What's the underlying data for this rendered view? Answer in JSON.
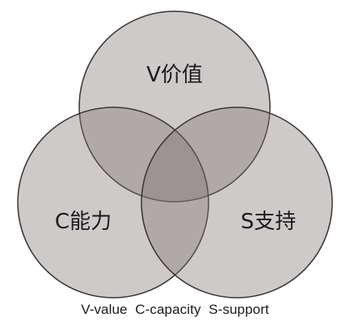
{
  "diagram": {
    "circles": [
      {
        "id": "v",
        "label": "V价值"
      },
      {
        "id": "c",
        "label": "C能力"
      },
      {
        "id": "s",
        "label": "S支持"
      }
    ],
    "legend": "V-value  C-capacity  S-support",
    "colors": {
      "fill": "#7d7370",
      "stroke": "#3a3432",
      "text": "#1a1a1a",
      "background": "#ffffff"
    }
  }
}
